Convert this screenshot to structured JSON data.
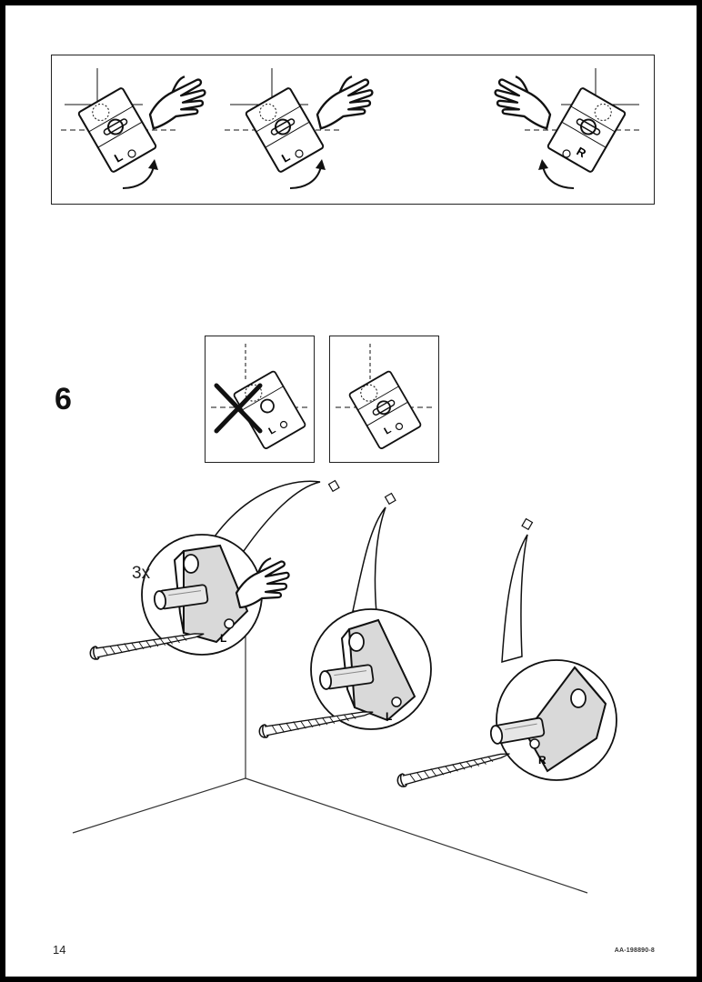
{
  "page": {
    "number": "14",
    "doc_code": "AA-198890-8"
  },
  "step": {
    "number": "6",
    "quantity_label": "3x"
  },
  "brackets": {
    "left_letter": "L",
    "right_letter": "R"
  },
  "colors": {
    "ink": "#1a1a1a",
    "paper": "#ffffff",
    "shade": "#d9d9d9",
    "frame": "#000000"
  },
  "icons": [
    "pointing-hand-icon",
    "rotate-arrow-icon",
    "wrong-cross-icon",
    "screw-icon",
    "dowel-icon",
    "bracket-icon"
  ]
}
